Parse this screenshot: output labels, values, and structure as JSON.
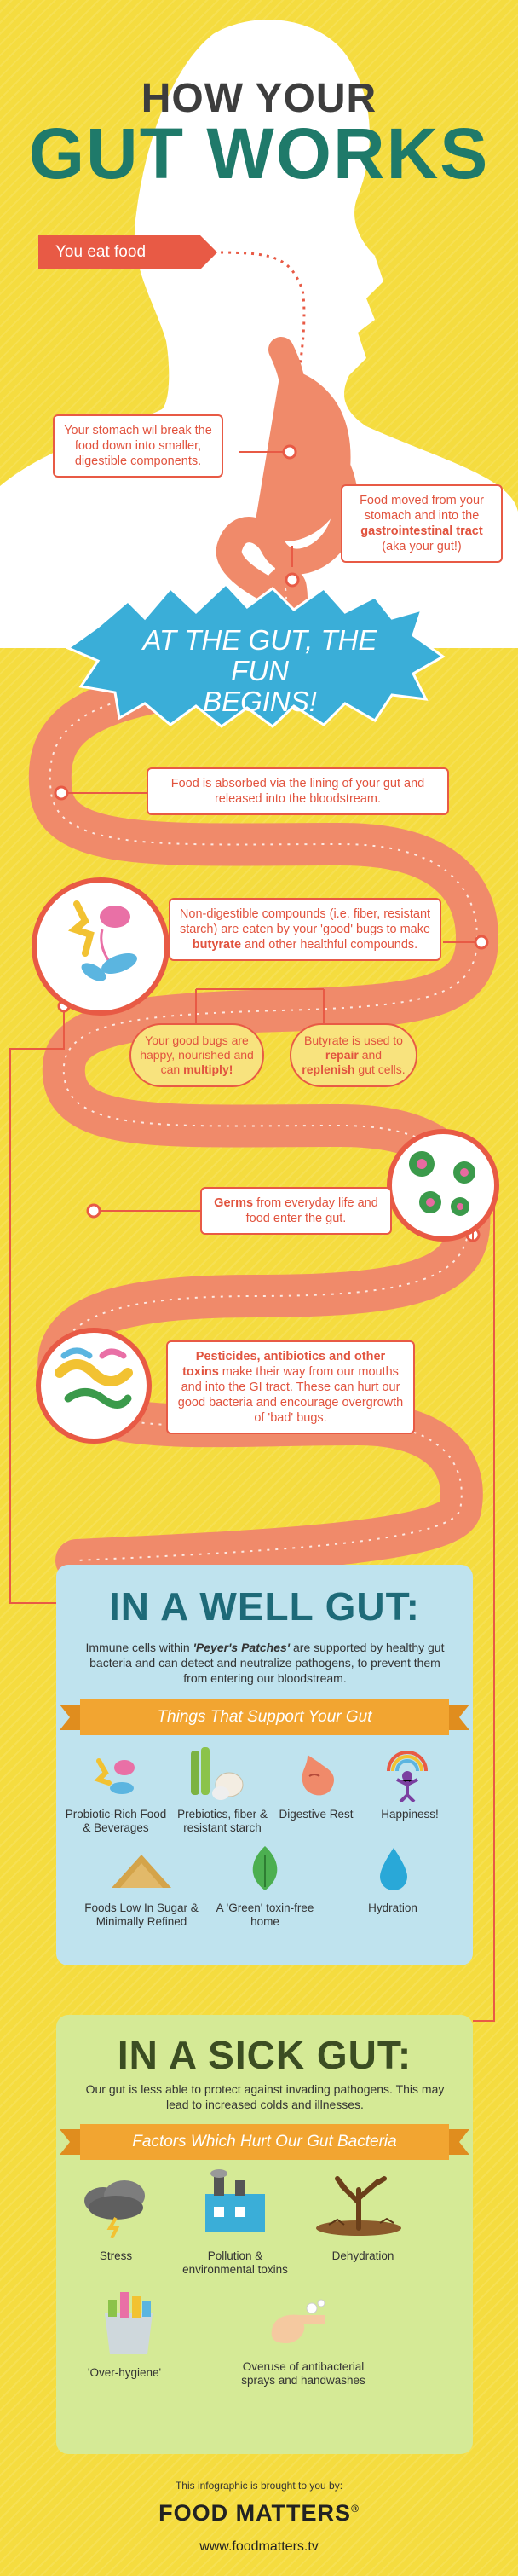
{
  "title": {
    "line1": "HOW YOUR",
    "line2": "GUT WORKS"
  },
  "intro": {
    "eat": "You eat food"
  },
  "steps": {
    "stomach": "Your stomach wil break the food down into smaller, digestible components.",
    "moved_pre": "Food moved from your stomach and into the ",
    "moved_bold": "gastrointestinal tract",
    "moved_post": " (aka your gut!)",
    "burst_line1": "AT THE GUT, THE FUN",
    "burst_line2": "BEGINS!",
    "absorbed": "Food is absorbed via the lining of your gut and released into the bloodstream.",
    "nondigest_pre": "Non-digestible compounds (i.e. fiber, resistant starch) are eaten by your 'good' bugs to make ",
    "nondigest_bold": "butyrate",
    "nondigest_post": " and other healthful compounds.",
    "good_bugs_pre": "Your good bugs are happy, nourished and can ",
    "good_bugs_bold": "multiply!",
    "butyrate_pre": "Butyrate is used to ",
    "butyrate_bold1": "repair",
    "butyrate_mid": " and ",
    "butyrate_bold2": "replenish",
    "butyrate_post": " gut cells.",
    "germs_bold": "Germs",
    "germs_post": " from everyday life and food enter the gut.",
    "toxins_bold": "Pesticides, antibiotics and other toxins",
    "toxins_post": " make their way from our mouths and into the GI tract. These can hurt our good bacteria and encourage overgrowth of 'bad' bugs."
  },
  "well": {
    "title": "IN A WELL GUT:",
    "desc_pre": "Immune cells within ",
    "desc_em": "'Peyer's Patches'",
    "desc_post": " are supported by healthy gut bacteria and can detect and neutralize pathogens, to prevent them from entering our bloodstream.",
    "ribbon": "Things That Support Your Gut",
    "items": [
      {
        "icon": "probiotic-icon",
        "label": "Probiotic-Rich Food & Beverages"
      },
      {
        "icon": "prebiotic-icon",
        "label": "Prebiotics, fiber & resistant starch"
      },
      {
        "icon": "stomach-rest-icon",
        "label": "Digestive Rest"
      },
      {
        "icon": "happiness-icon",
        "label": "Happiness!"
      },
      {
        "icon": "sugar-icon",
        "label": "Foods Low In Sugar & Minimally Refined"
      },
      {
        "icon": "green-leaf-icon",
        "label": "A 'Green' toxin-free home"
      },
      {
        "icon": "water-drop-icon",
        "label": "Hydration"
      }
    ]
  },
  "sick": {
    "title": "IN A SICK GUT:",
    "desc": "Our gut is less able to protect against invading pathogens. This may lead to increased colds and illnesses.",
    "ribbon": "Factors Which Hurt Our Gut Bacteria",
    "items": [
      {
        "icon": "storm-cloud-icon",
        "label": "Stress"
      },
      {
        "icon": "factory-icon",
        "label": "Pollution & environmental toxins"
      },
      {
        "icon": "dry-tree-icon",
        "label": "Dehydration"
      },
      {
        "icon": "cleaning-bucket-icon",
        "label": "'Over-hygiene'"
      },
      {
        "icon": "soap-hands-icon",
        "label": "Overuse of antibacterial sprays and handwashes"
      }
    ]
  },
  "footer": {
    "brought": "This infographic is brought to you by:",
    "brand": "FOOD MATTERS",
    "reg": "®",
    "url": "www.foodmatters.tv"
  },
  "colors": {
    "background": "#f5dc3f",
    "accent": "#e85a45",
    "gut": "#f08a6a",
    "teal": "#1f7a6a",
    "burst": "#3aaed8"
  }
}
